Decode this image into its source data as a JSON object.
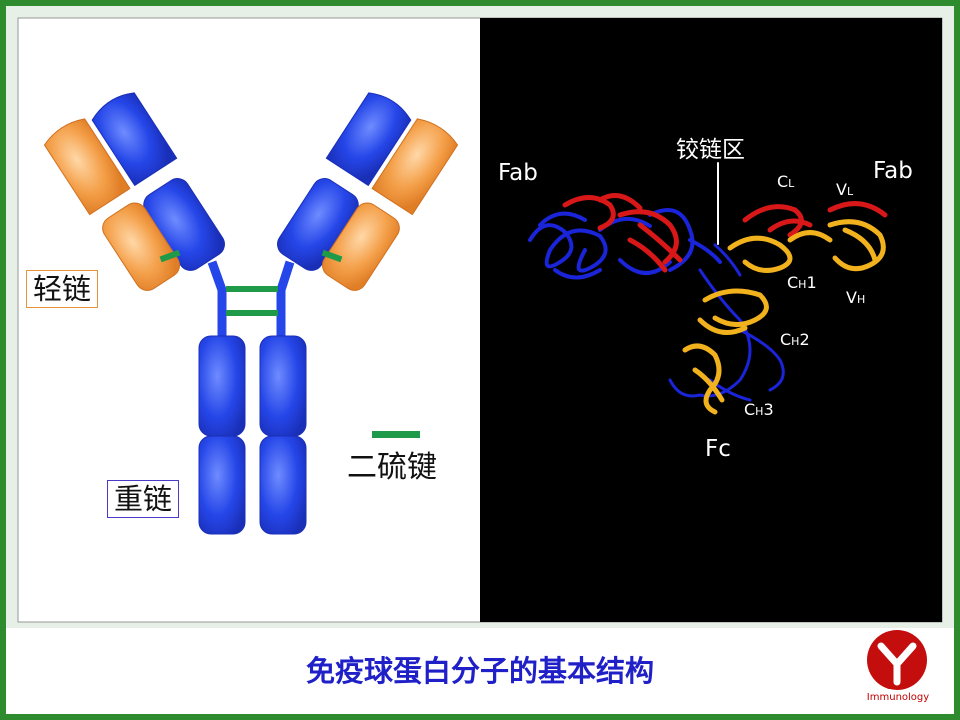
{
  "left_panel": {
    "light_chain_label": "轻链",
    "heavy_chain_label": "重链",
    "disulfide_label": "二硫键",
    "colors": {
      "heavy": "#2546e8",
      "light": "#f0903a",
      "disulfide": "#1e9a48"
    }
  },
  "right_panel": {
    "hinge_label": "铰链区",
    "fab_left": "Fab",
    "fab_right": "Fab",
    "fc": "Fc",
    "cl": {
      "main": "C",
      "sub": "L"
    },
    "vl": {
      "main": "V",
      "sub": "L"
    },
    "ch1": {
      "main": "C",
      "sub": "H",
      "tail": "1"
    },
    "vh": {
      "main": "V",
      "sub": "H"
    },
    "ch2": {
      "main": "C",
      "sub": "H",
      "tail": "2"
    },
    "ch3": {
      "main": "C",
      "sub": "H",
      "tail": "3"
    },
    "colors": {
      "blue": "#1a24d8",
      "red": "#d81818",
      "yellow": "#f2b21e"
    }
  },
  "caption": "免疫球蛋白分子的基本结构",
  "logo": {
    "text": "Immunology"
  },
  "frame_color": "#2e8b2e"
}
